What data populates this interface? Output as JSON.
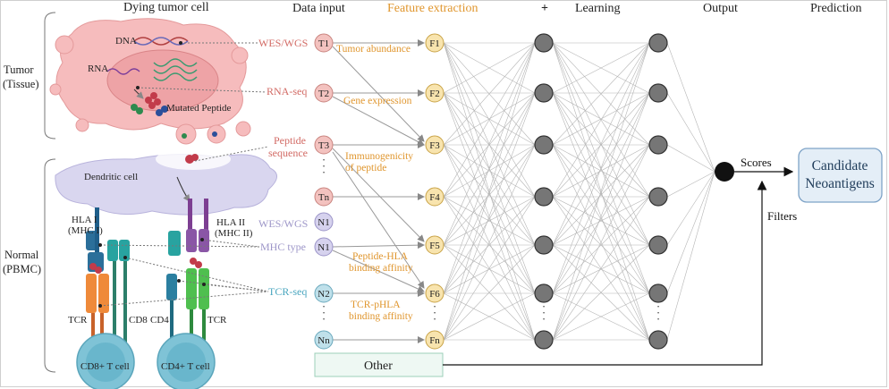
{
  "headers": {
    "dying_tumor_cell": "Dying tumor cell",
    "data_input": "Data input",
    "feature_extraction": "Feature extraction",
    "plus": "+",
    "learning": "Learning",
    "output": "Output",
    "prediction": "Prediction"
  },
  "sides": {
    "tumor_1": "Tumor",
    "tumor_2": "(Tissue)",
    "normal_1": "Normal",
    "normal_2": "(PBMC)"
  },
  "biology": {
    "dna": "DNA",
    "rna": "RNA",
    "mutated_peptide": "Mutated Peptide",
    "dendritic_cell": "Dendritic cell",
    "hla1_1": "HLA I",
    "hla1_2": "(MHC I)",
    "hla2_1": "HLA II",
    "hla2_2": "(MHC II)",
    "tcr_left": "TCR",
    "cd8": "CD8",
    "cd4": "CD4",
    "tcr_right": "TCR",
    "cd8_cell": "CD8+ T cell",
    "cd4_cell": "CD4+ T cell"
  },
  "input_labels": {
    "wes_wgs_1": "WES/WGS",
    "rna_seq": "RNA-seq",
    "peptide_1": "Peptide",
    "peptide_2": "sequence",
    "wes_wgs_2": "WES/WGS",
    "mhc_type": "MHC type",
    "tcr_seq": "TCR-seq"
  },
  "nodes": {
    "t": [
      "T1",
      "T2",
      "T3",
      "Tn"
    ],
    "n": [
      "N1",
      "N1"
    ],
    "c": [
      "N2",
      "Nn"
    ],
    "f": [
      "F1",
      "F2",
      "F3",
      "F4",
      "F5",
      "F6",
      "Fn"
    ]
  },
  "features": {
    "tumor_abundance": "Tumor abundance",
    "gene_expression": "Gene expression",
    "immuno_1": "Immunogenicity",
    "immuno_2": "of peptide",
    "phla_1": "Peptide-HLA",
    "phla_2": "binding affinity",
    "tcr_1": "TCR-pHLA",
    "tcr_2": "binding affinity"
  },
  "other": "Other",
  "scores": "Scores",
  "filters": "Filters",
  "candidate_1": "Candidate",
  "candidate_2": "Neoantigens",
  "colors": {
    "tumor_pink": "#f3c2bf",
    "normal_purple": "#d6d2ee",
    "tcr_teal": "#bfe0ea",
    "feature_yellow": "#f8e4ae",
    "feature_label_orange": "#e0962e",
    "hidden_gray": "#767676",
    "candidate_box": "#e4eef7"
  }
}
